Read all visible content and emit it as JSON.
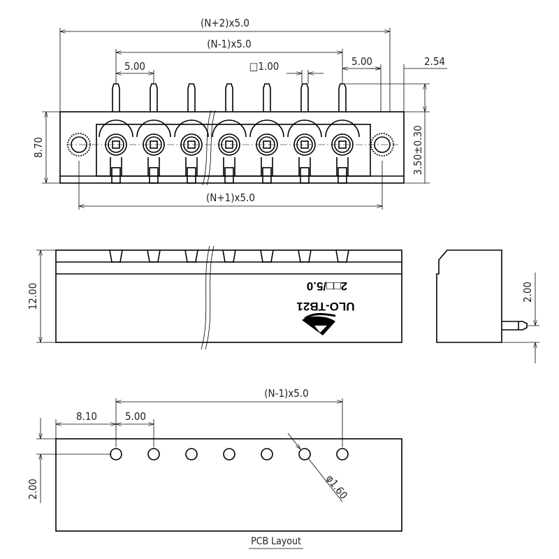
{
  "top_view": {
    "dim_total": "(N+2)x5.0",
    "dim_span": "(N-1)x5.0",
    "dim_pitch": "5.00",
    "dim_pin_square": "□1.00",
    "dim_edge_pitch": "5.00",
    "dim_offset": "2.54",
    "dim_height": "8.70",
    "dim_pin": "3.50±0.30",
    "dim_holes": "(N+1)x5.0"
  },
  "front_view": {
    "dim_height": "12.00",
    "marking_line1": "ULO-TB21",
    "marking_line2": "2□□/5.0"
  },
  "side_view": {
    "dim_pin_offset": "2.00"
  },
  "pcb_layout": {
    "dim_span": "(N-1)x5.0",
    "dim_edge": "8.10",
    "dim_pitch": "5.00",
    "dim_row": "2.00",
    "dim_hole": "φ1.60",
    "title": "PCB Layout"
  },
  "pin_count": 7
}
